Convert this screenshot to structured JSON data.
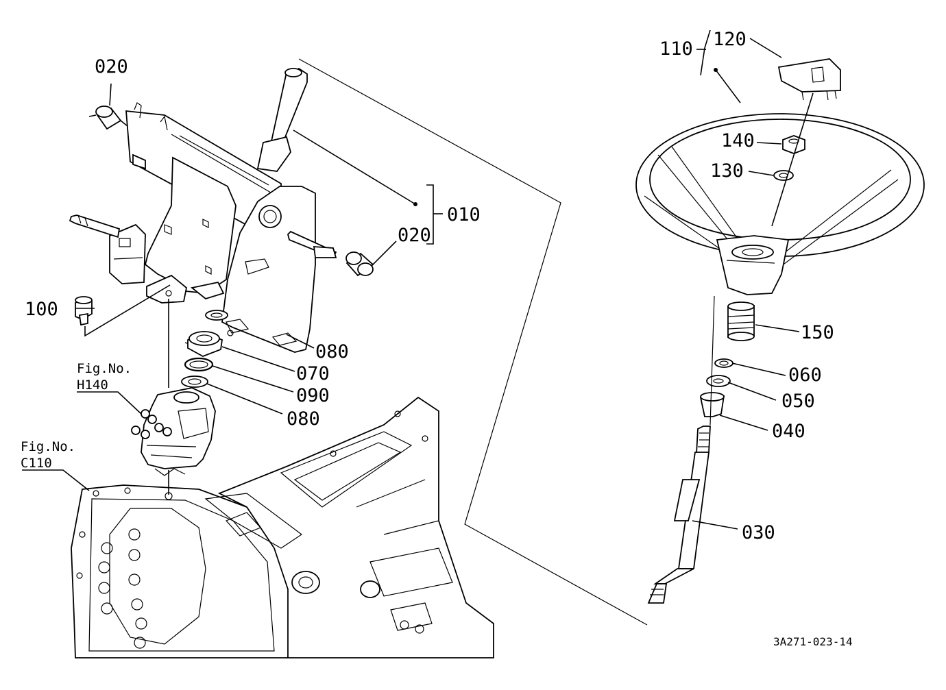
{
  "callouts": {
    "c010": "010",
    "c020_top": "020",
    "c020_mid": "020",
    "c030": "030",
    "c040": "040",
    "c050": "050",
    "c060": "060",
    "c070": "070",
    "c080_a": "080",
    "c080_b": "080",
    "c090": "090",
    "c100": "100",
    "c110": "110",
    "c120": "120",
    "c130": "130",
    "c140": "140",
    "c150": "150"
  },
  "figure_refs": {
    "h140": {
      "prefix": "Fig.No.",
      "number": "H140"
    },
    "c110": {
      "prefix": "Fig.No.",
      "number": "C110"
    }
  },
  "drawing_code": "3A271-023-14"
}
